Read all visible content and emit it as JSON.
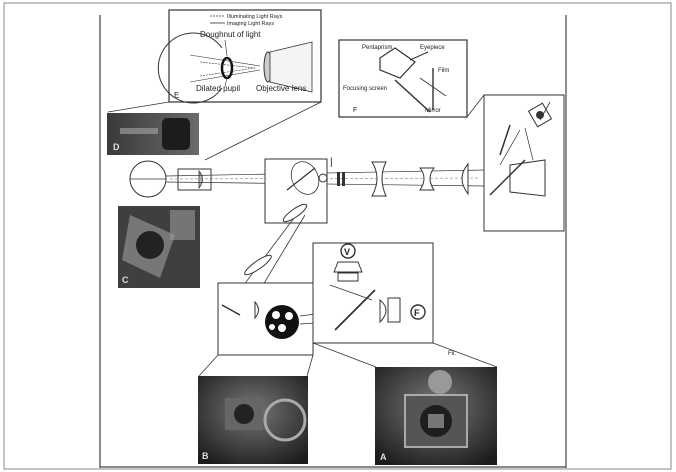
{
  "inset_e": {
    "legend_illuminating": "Illuminating Light Rays",
    "legend_imaging": "Imaging Light Rays",
    "doughnut": "Doughnut of light",
    "pupil": "Dilated pupil",
    "objective": "Objective lens",
    "letter": "E"
  },
  "inset_f": {
    "pentaprism": "Pentaprism",
    "eyepiece": "Eyepiece",
    "film": "Film",
    "focusing_screen": "Focusing screen",
    "mirror": "Mirror",
    "letter": "F"
  },
  "photos": {
    "a": "A",
    "b": "B",
    "c": "C",
    "d": "D"
  },
  "labels": {
    "v": "V",
    "f": "F",
    "fil": "Fil."
  },
  "colors": {
    "frame": "#555555",
    "line": "#333333",
    "photo_dark": "#2a2a2a",
    "photo_mid": "#555555"
  }
}
